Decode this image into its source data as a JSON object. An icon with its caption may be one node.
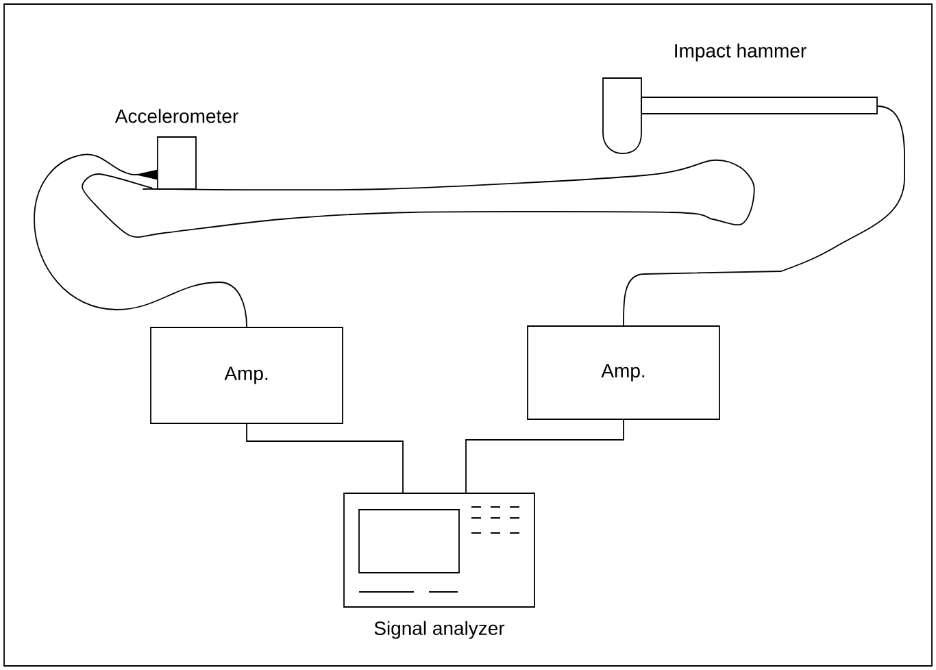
{
  "diagram": {
    "nodes": [
      {
        "text": [
          "Accelerometer"
        ]
      },
      {
        "text": [
          "Impact hammer"
        ]
      },
      {
        "text": [
          "Amp."
        ]
      },
      {
        "text": [
          "Amp."
        ]
      },
      {
        "text": [
          "Signal analyzer"
        ]
      }
    ],
    "edges": [
      {
        "from": 0,
        "to": 2,
        "arrow": "other"
      },
      {
        "from": 1,
        "to": 3,
        "arrow": "none"
      },
      {
        "from": 2,
        "to": 4,
        "arrow": "none"
      },
      {
        "from": 3,
        "to": 4,
        "arrow": "none"
      }
    ]
  }
}
